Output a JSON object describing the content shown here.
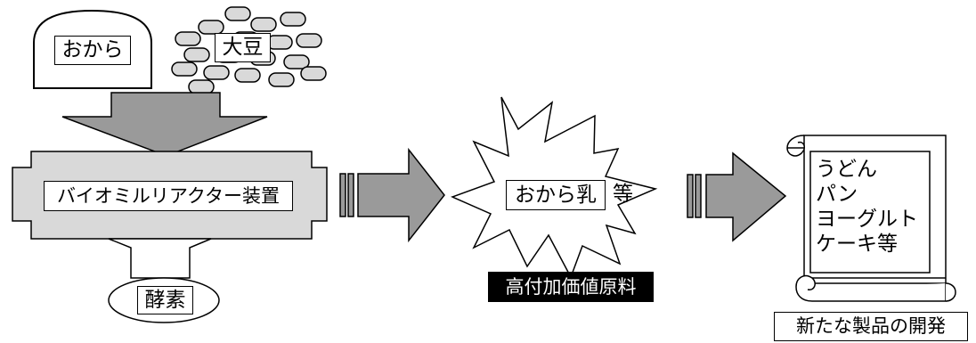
{
  "inputs": {
    "okara": "おから",
    "soybean": "大豆",
    "enzyme": "酵素"
  },
  "reactor": {
    "label": "バイオミルリアクター装置"
  },
  "intermediate": {
    "okara_milk": "おから乳",
    "etc": "等",
    "value_added": "高付加価値原料"
  },
  "products": {
    "items": [
      "うどん",
      "パン",
      "ヨーグルト",
      "ケーキ等"
    ],
    "caption": "新たな製品の開発"
  },
  "colors": {
    "arrow_fill": "#9a9a9a",
    "reactor_fill": "#d9d9d9",
    "bean_fill": "#d9d9d9",
    "outline": "#000000",
    "label_bg": "#000000",
    "label_text": "#ffffff"
  }
}
